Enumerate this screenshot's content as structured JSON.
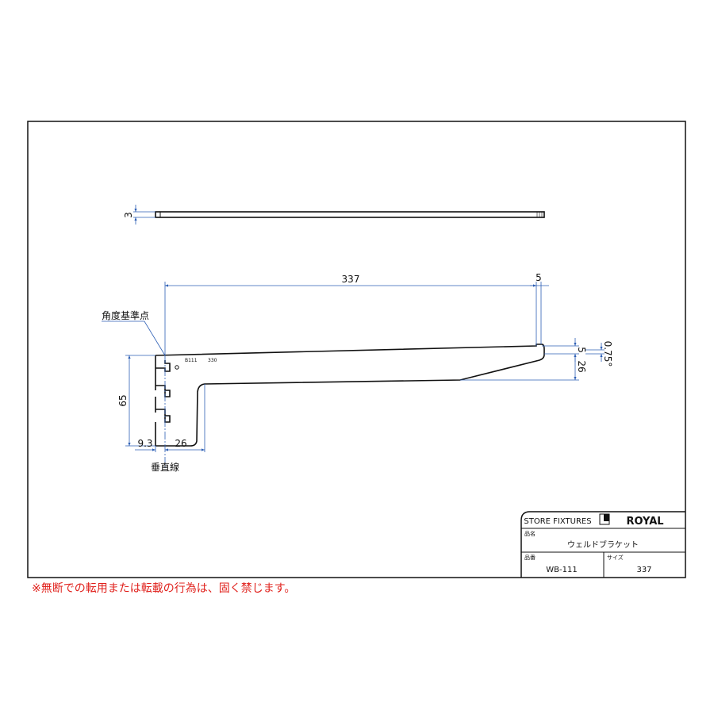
{
  "drawing": {
    "top_view": {
      "thickness_label": "3"
    },
    "dimensions": {
      "length": "337",
      "hook_width": "5",
      "height": "65",
      "offset_left": "9.3",
      "foot_width": "26",
      "hook_height": "5",
      "tip_drop": "26",
      "angle": "0.75°"
    },
    "labels": {
      "reference_point": "角度基準点",
      "vertical_line": "垂直線",
      "stamp_code": "B111",
      "stamp_size": "330"
    }
  },
  "title_block": {
    "company_tagline": "STORE FIXTURES",
    "brand": "ROYAL",
    "product_name_label": "品名",
    "product_name": "ウェルドブラケット",
    "part_no_label": "品番",
    "part_no": "WB-111",
    "size_label": "サイズ",
    "size": "337"
  },
  "warning": "※無断での転用または転載の行為は、固く禁じます。",
  "colors": {
    "dimension": "#2d5fb5",
    "warning": "#e0201b",
    "outline": "#111111"
  }
}
